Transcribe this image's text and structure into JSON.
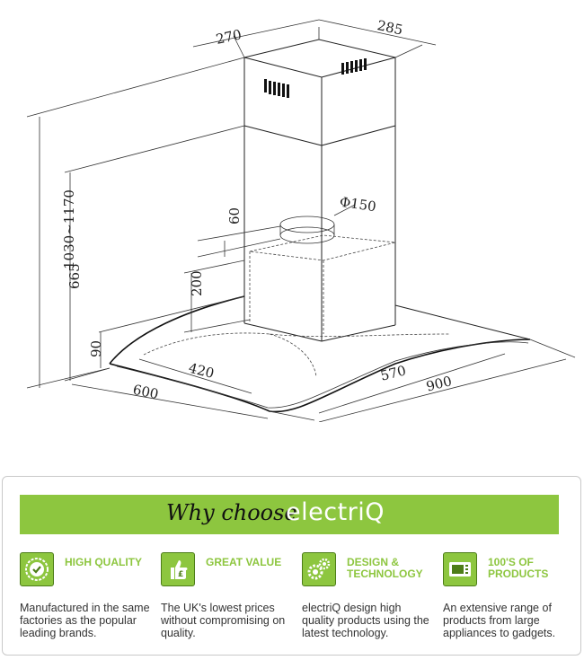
{
  "diagram": {
    "dimensions": {
      "chimney_width": "270",
      "chimney_depth": "285",
      "duct_diameter": "Φ150",
      "collar_height": "60",
      "motor_height": "200",
      "total_height": "1030~1170",
      "body_height": "665",
      "canopy_height": "90",
      "motor_depth": "420",
      "canopy_width_inner": "570",
      "canopy_width": "900",
      "canopy_depth": "600"
    }
  },
  "why_choose": {
    "banner_script": "Why choose",
    "banner_logo": "electriQ",
    "features": [
      {
        "icon": "quality-seal-icon",
        "title": "HIGH QUALITY",
        "text": "Manufactured in the same factories as the popular leading brands."
      },
      {
        "icon": "thumbs-up-pound-icon",
        "title": "GREAT VALUE",
        "text": "The UK's lowest prices without compromising on quality."
      },
      {
        "icon": "gears-icon",
        "title": "DESIGN & TECHNOLOGY",
        "text": "electriQ design high quality products using the latest technology."
      },
      {
        "icon": "microwave-icon",
        "title": "100'S OF PRODUCTS",
        "text": "An extensive range of products from large appliances to gadgets."
      }
    ],
    "colors": {
      "accent": "#8dc63f",
      "accent_dark": "#4d7d18",
      "text": "#333333"
    }
  }
}
